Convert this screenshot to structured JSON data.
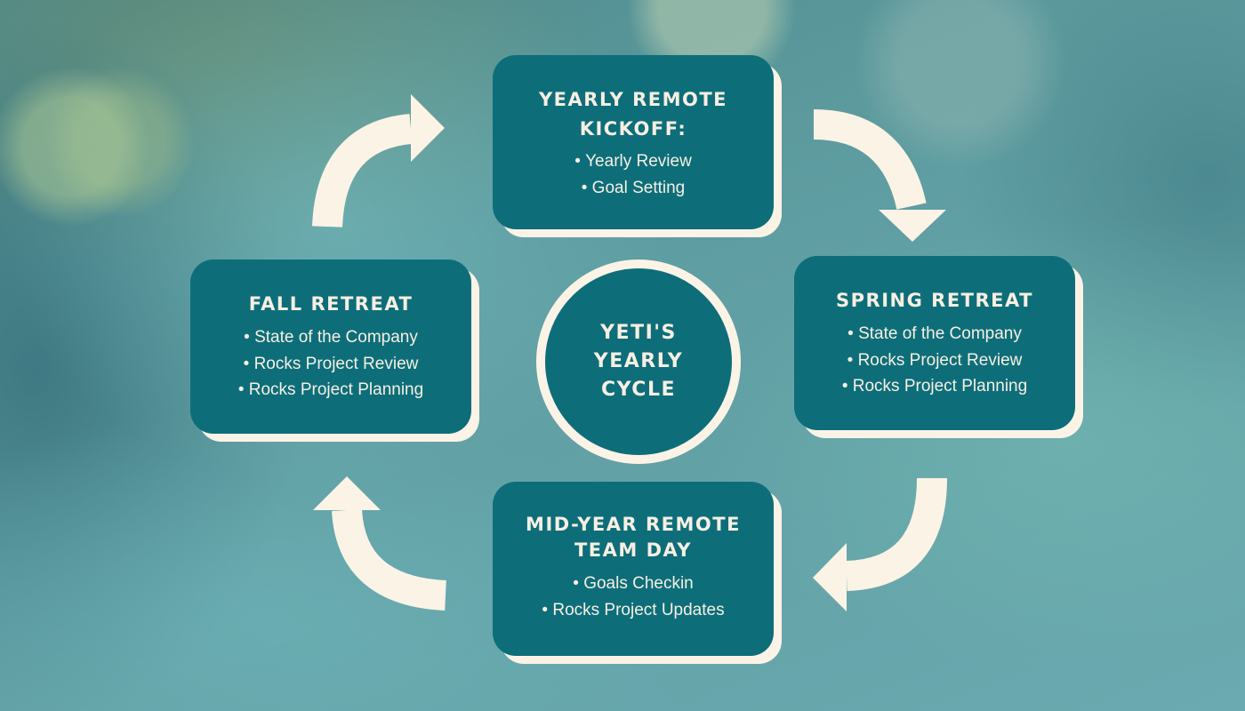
{
  "diagram": {
    "center": {
      "label": "YETI'S YEARLY CYCLE"
    },
    "stages": [
      {
        "title": "YEARLY REMOTE KICKOFF:",
        "items": [
          "Yearly Review",
          "Goal Setting"
        ]
      },
      {
        "title": "SPRING RETREAT",
        "items": [
          "State of the Company",
          "Rocks Project Review",
          "Rocks Project Planning"
        ]
      },
      {
        "title": "MID-YEAR REMOTE TEAM DAY",
        "items": [
          "Goals Checkin",
          "Rocks Project Updates"
        ]
      },
      {
        "title": "FALL RETREAT",
        "items": [
          "State of the Company",
          "Rocks Project Review",
          "Rocks Project Planning"
        ]
      }
    ],
    "colors": {
      "card": "#0d6e7a",
      "accent": "#fbf3e6",
      "text": "#f7efe2"
    }
  }
}
